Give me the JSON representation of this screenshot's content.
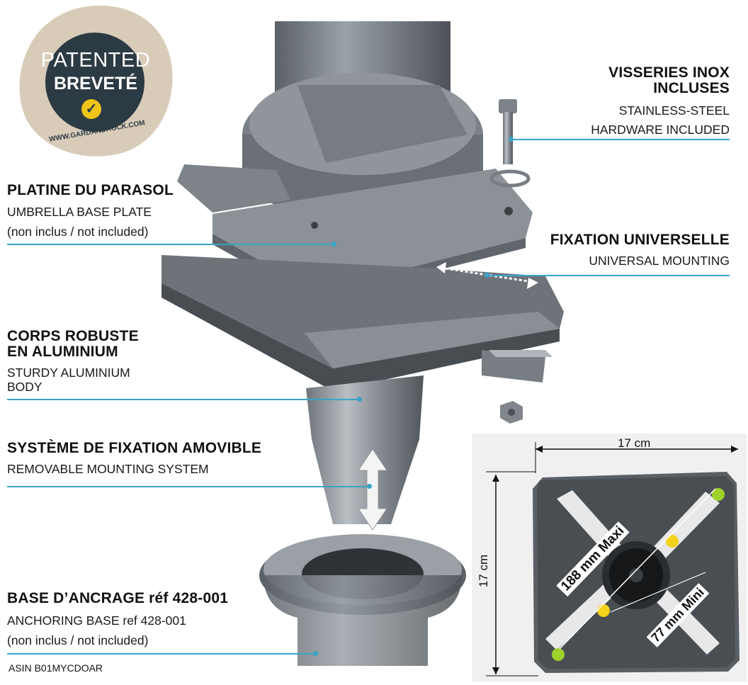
{
  "badge": {
    "line1": "PATENTED",
    "line2": "BREVETÉ",
    "url": "WWW.GARDANDROCK.COM",
    "check_icon": "check-icon"
  },
  "labels": {
    "inox": {
      "title1": "VISSERIES INOX",
      "title2": "INCLUSES",
      "sub1": "STAINLESS-STEEL",
      "sub2": "HARDWARE INCLUDED"
    },
    "platine": {
      "title": "PLATINE DU PARASOL",
      "sub1": "UMBRELLA BASE PLATE",
      "sub2": "(non inclus / not included)"
    },
    "fixation": {
      "title": "FIXATION UNIVERSELLE",
      "sub": "UNIVERSAL MOUNTING"
    },
    "corps": {
      "title1": "CORPS ROBUSTE",
      "title2": "EN ALUMINIUM",
      "sub1": "STURDY ALUMINIUM",
      "sub2": "BODY"
    },
    "systeme": {
      "title": "SYSTÈME DE FIXATION AMOVIBLE",
      "sub": "REMOVABLE MOUNTING SYSTEM"
    },
    "base": {
      "title": "BASE D’ANCRAGE réf 428-001",
      "sub1": "ANCHORING BASE ref 428-001",
      "sub2": "(non inclus / not included)"
    }
  },
  "inset": {
    "width_label": "17 cm",
    "height_label": "17 cm",
    "maxi_label": "188 mm Maxi",
    "mini_label": "77 mm Mini"
  },
  "asin": "ASIN B01MYCDOAR",
  "colors": {
    "accent": "#3aa3c8",
    "badge_bg": "#d8cbb8",
    "badge_circle": "#2c3a44",
    "check": "#f0c419"
  }
}
